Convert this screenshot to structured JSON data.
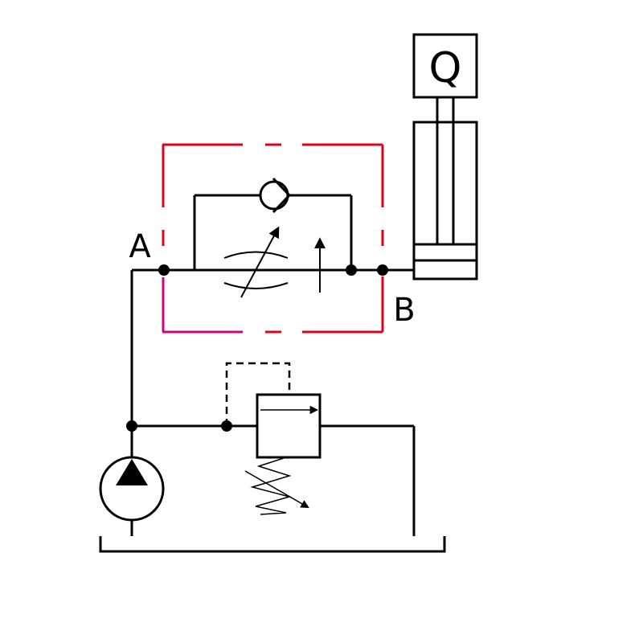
{
  "diagram": {
    "type": "hydraulic-circuit",
    "labels": {
      "port_a": "A",
      "port_b": "B",
      "load": "Q"
    },
    "colors": {
      "line": "#000000",
      "dashed_box": "#e0001b",
      "dashed_box_accent": "#d6007a",
      "background": "#ffffff"
    },
    "components": [
      "pump",
      "tank",
      "pressure-relief-valve",
      "adjustable-throttle-valve",
      "check-valve",
      "hydraulic-cylinder",
      "load-mass"
    ]
  }
}
